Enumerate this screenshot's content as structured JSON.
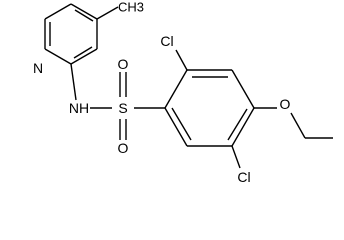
{
  "atoms": {
    "pyridine_n": "N",
    "methyl": "CH3",
    "amide_nh": "NH",
    "sulfur": "S",
    "oxygen_top": "O",
    "oxygen_bottom": "O",
    "chlorine_top": "Cl",
    "chlorine_bottom": "Cl",
    "ether_o": "O"
  }
}
